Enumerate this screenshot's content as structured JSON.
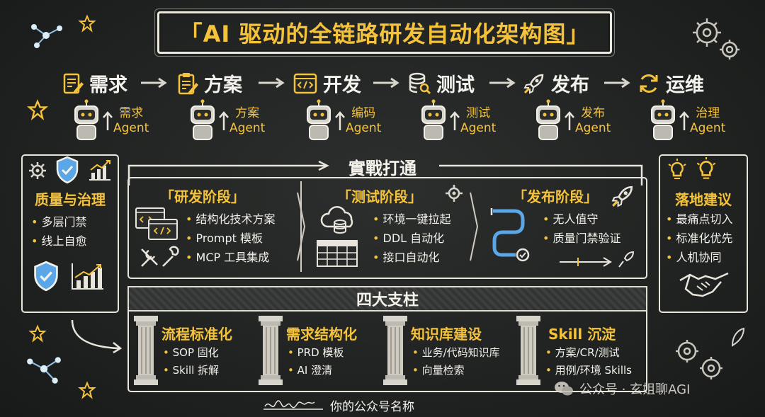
{
  "title": "「AI 驱动的全链路研发自动化架构图」",
  "stages": [
    {
      "label": "需求",
      "icon": "document-pencil-icon"
    },
    {
      "label": "方案",
      "icon": "clipboard-pencil-icon"
    },
    {
      "label": "开发",
      "icon": "code-window-icon"
    },
    {
      "label": "测试",
      "icon": "database-search-icon"
    },
    {
      "label": "发布",
      "icon": "rocket-icon"
    },
    {
      "label": "运维",
      "icon": "refresh-icon"
    }
  ],
  "agents": [
    {
      "line1": "需求",
      "line2": "Agent"
    },
    {
      "line1": "方案",
      "line2": "Agent"
    },
    {
      "line1": "编码",
      "line2": "Agent"
    },
    {
      "line1": "测试",
      "line2": "Agent"
    },
    {
      "line1": "发布",
      "line2": "Agent"
    },
    {
      "line1": "治理",
      "line2": "Agent"
    }
  ],
  "flow_label": "實戰打通",
  "left_panel": {
    "title": "质量与治理",
    "items": [
      "多层门禁",
      "线上自愈"
    ]
  },
  "right_panel": {
    "title": "落地建议",
    "items": [
      "最痛点切入",
      "标准化优先",
      "人机协同"
    ]
  },
  "phases": [
    {
      "title": "「研发阶段」",
      "items": [
        "结构化技术方案",
        "Prompt 模板",
        "MCP 工具集成"
      ]
    },
    {
      "title": "「测试阶段」",
      "items": [
        "环境一键拉起",
        "DDL 自动化",
        "接口自动化"
      ]
    },
    {
      "title": "「发布阶段」",
      "items": [
        "无人值守",
        "质量门禁验证"
      ]
    }
  ],
  "pillars_label": "四大支柱",
  "pillars": [
    {
      "title": "流程标准化",
      "items": [
        "SOP 固化",
        "Skill 拆解"
      ]
    },
    {
      "title": "需求结构化",
      "items": [
        "PRD 模板",
        "AI 澄清"
      ]
    },
    {
      "title": "知识库建设",
      "items": [
        "业务/代码知识库",
        "向量检索"
      ]
    },
    {
      "title": "Skill 沉淀",
      "items": [
        "方案/CR/测试",
        "用例/环境 Skills"
      ]
    }
  ],
  "footer": "你的公众号名称",
  "watermark": "公众号 · 玄姐聊AGI",
  "colors": {
    "accent": "#f5c33b",
    "chalk": "#f2f0ea",
    "blue": "#5aa6e6",
    "board": "#242625"
  }
}
